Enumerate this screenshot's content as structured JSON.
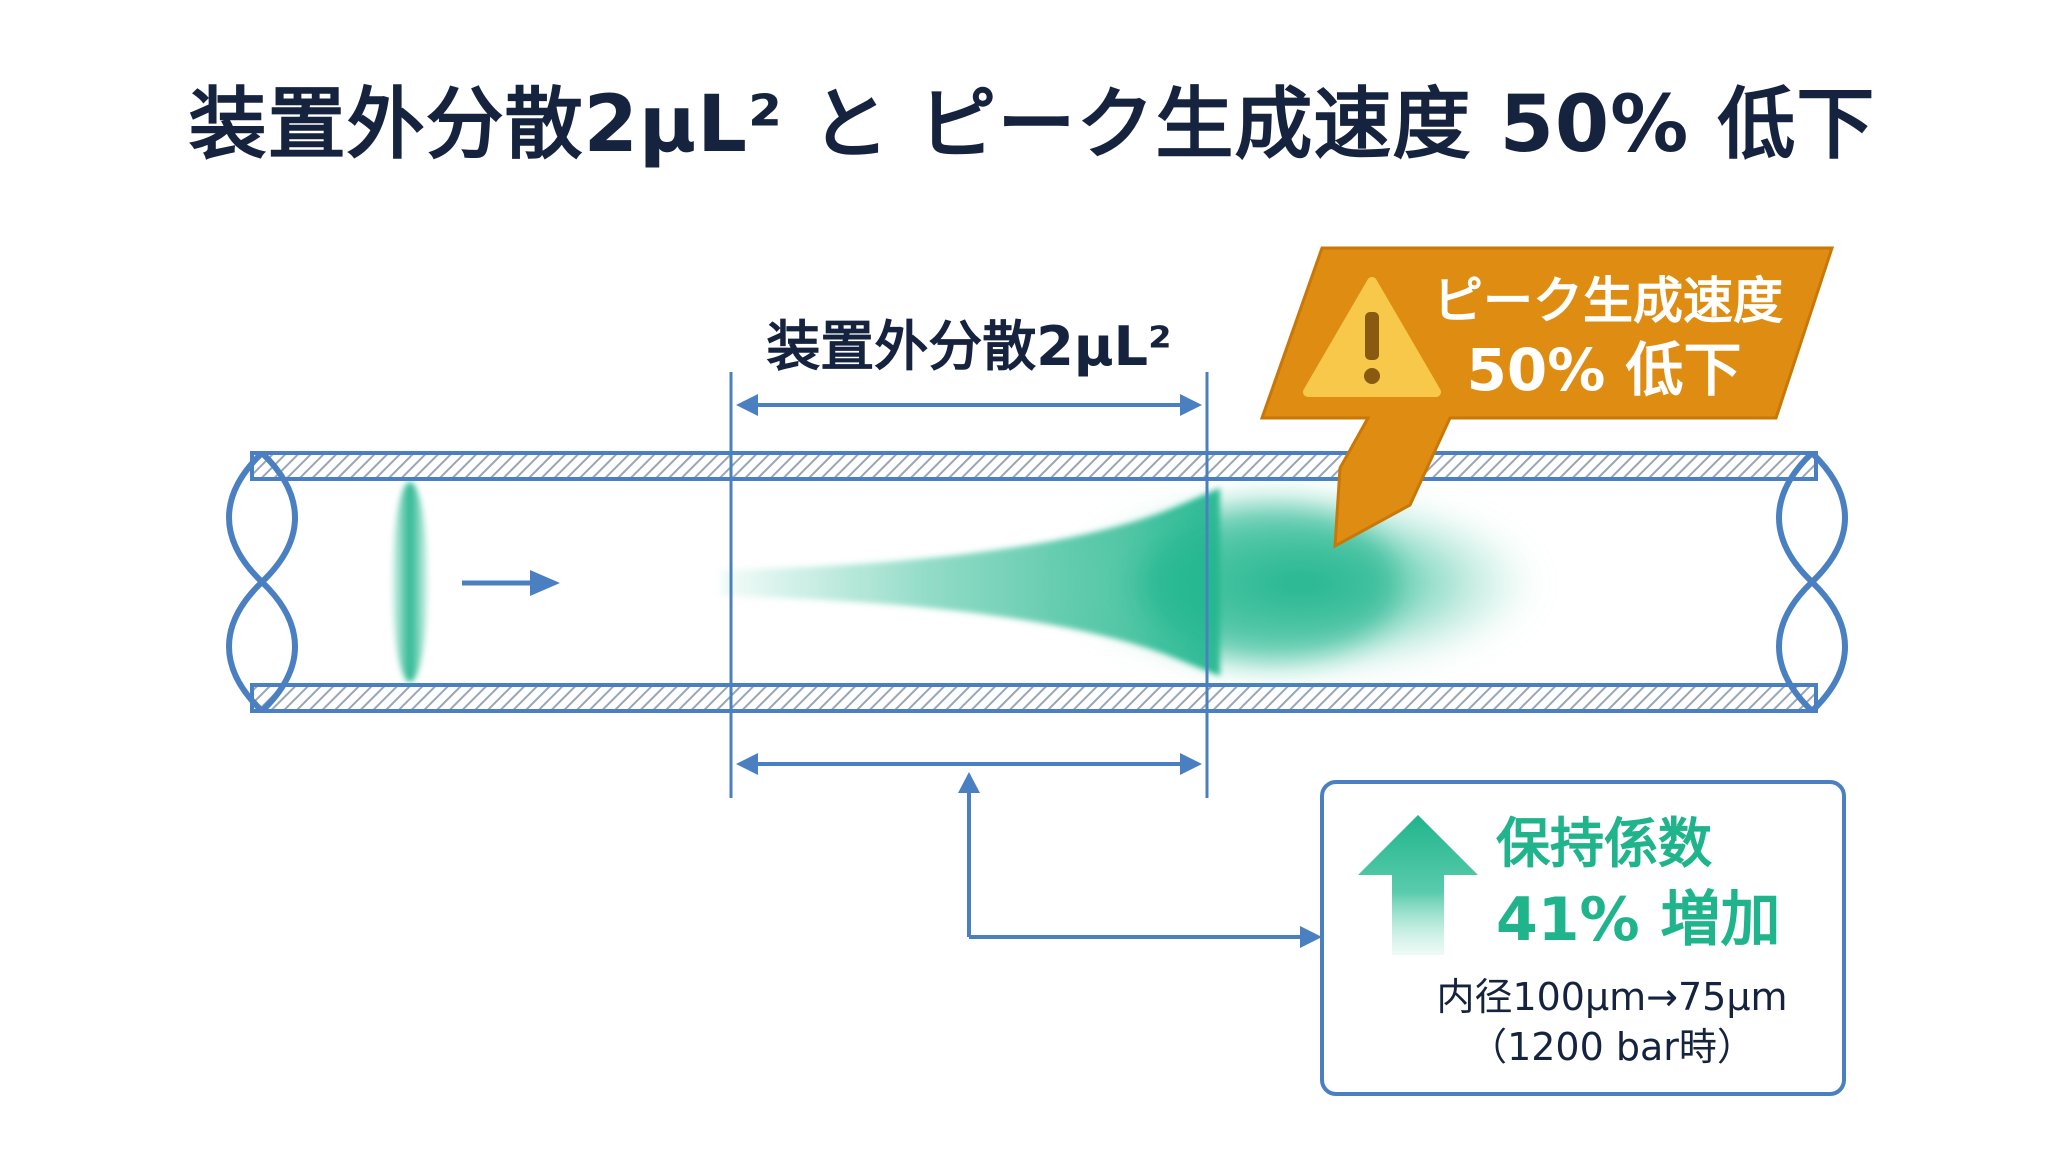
{
  "title": "装置外分散2µL² と ピーク生成速度 50% 低下",
  "dispersion_label": "装置外分散2µL²",
  "warning": {
    "line1": "ピーク生成速度",
    "line2": "50% 低下"
  },
  "result": {
    "line1": "保持係数",
    "line2": "41% 増加",
    "note1": "内径100µm→75µm",
    "note2": "（1200 bar時）"
  },
  "colors": {
    "tube_stroke": "#4a7fc1",
    "accent_green": "#1fb48c",
    "warning_orange": "#de8c12",
    "warning_yellow": "#f7c84a",
    "title_navy": "#16233f"
  },
  "icons": {
    "warning": "warning-triangle-icon",
    "increase": "up-arrow-icon"
  }
}
